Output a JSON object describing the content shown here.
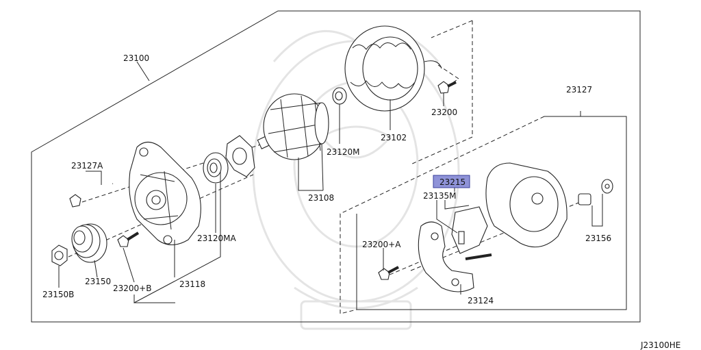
{
  "parts": {
    "p23100": "23100",
    "p23127A": "23127A",
    "p23150B": "23150B",
    "p23150": "23150",
    "p23200B": "23200+B",
    "p23118": "23118",
    "p23120MA": "23120MA",
    "p23108": "23108",
    "p23120M": "23120M",
    "p23102": "23102",
    "p23200": "23200",
    "p23127": "23127",
    "p23215": "23215",
    "p23135M": "23135M",
    "p23200A": "23200+A",
    "p23124": "23124",
    "p23156": "23156"
  },
  "diagram_code": "J23100HE",
  "highlight_color": "#8f93d8"
}
